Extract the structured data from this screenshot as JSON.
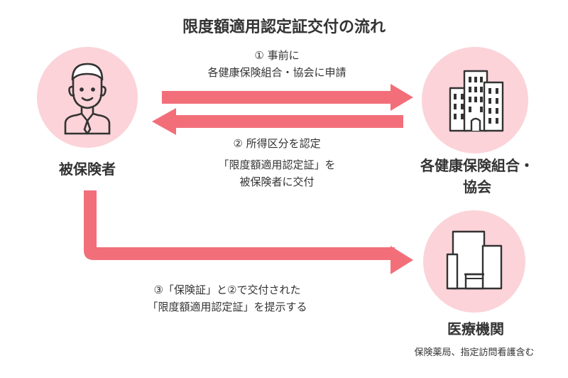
{
  "title": "限度額適用認定証交付の流れ",
  "colors": {
    "accent": "#f26f7a",
    "circle": "#fbd3d8",
    "line": "#333333"
  },
  "nodes": {
    "insured": {
      "label": "被保険者",
      "icon": "person-icon"
    },
    "insurer": {
      "label_line1": "各健康保険組合・",
      "label_line2": "協会",
      "icon": "office-building-icon"
    },
    "medical": {
      "label": "医療機関",
      "sublabel": "保険薬局、指定訪問看護含む",
      "icon": "hospital-icon"
    }
  },
  "steps": {
    "step1": {
      "line1": "① 事前に",
      "line2": "各健康保険組合・協会に申請"
    },
    "step2": {
      "line1": "② 所得区分を認定",
      "line2": "「限度額適用認定証」を",
      "line3": "被保険者に交付"
    },
    "step3": {
      "line1": "③「保険証」と②で交付された",
      "line2": "「限度額適用認定証」を提示する"
    }
  }
}
